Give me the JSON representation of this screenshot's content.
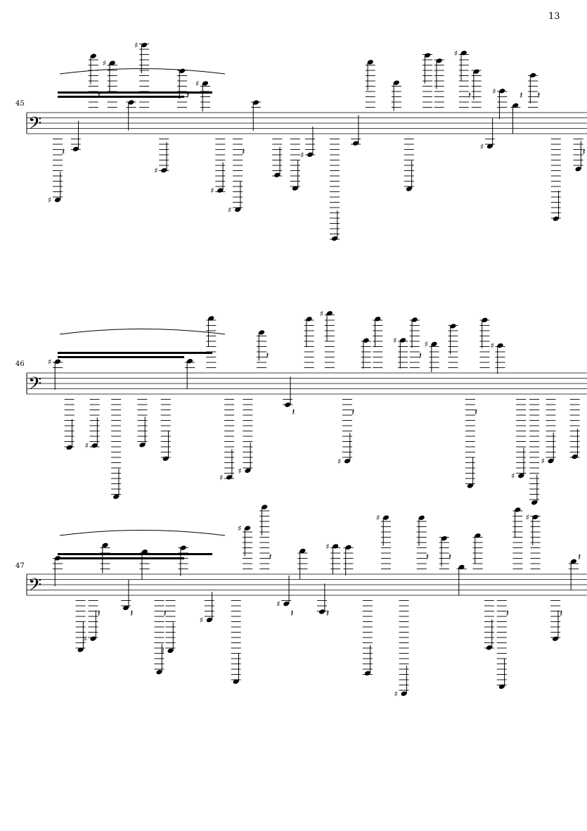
{
  "page_number": "13",
  "systems": [
    {
      "measure_number": "45",
      "clef": "bass"
    },
    {
      "measure_number": "46",
      "clef": "bass"
    },
    {
      "measure_number": "47",
      "clef": "bass"
    }
  ]
}
